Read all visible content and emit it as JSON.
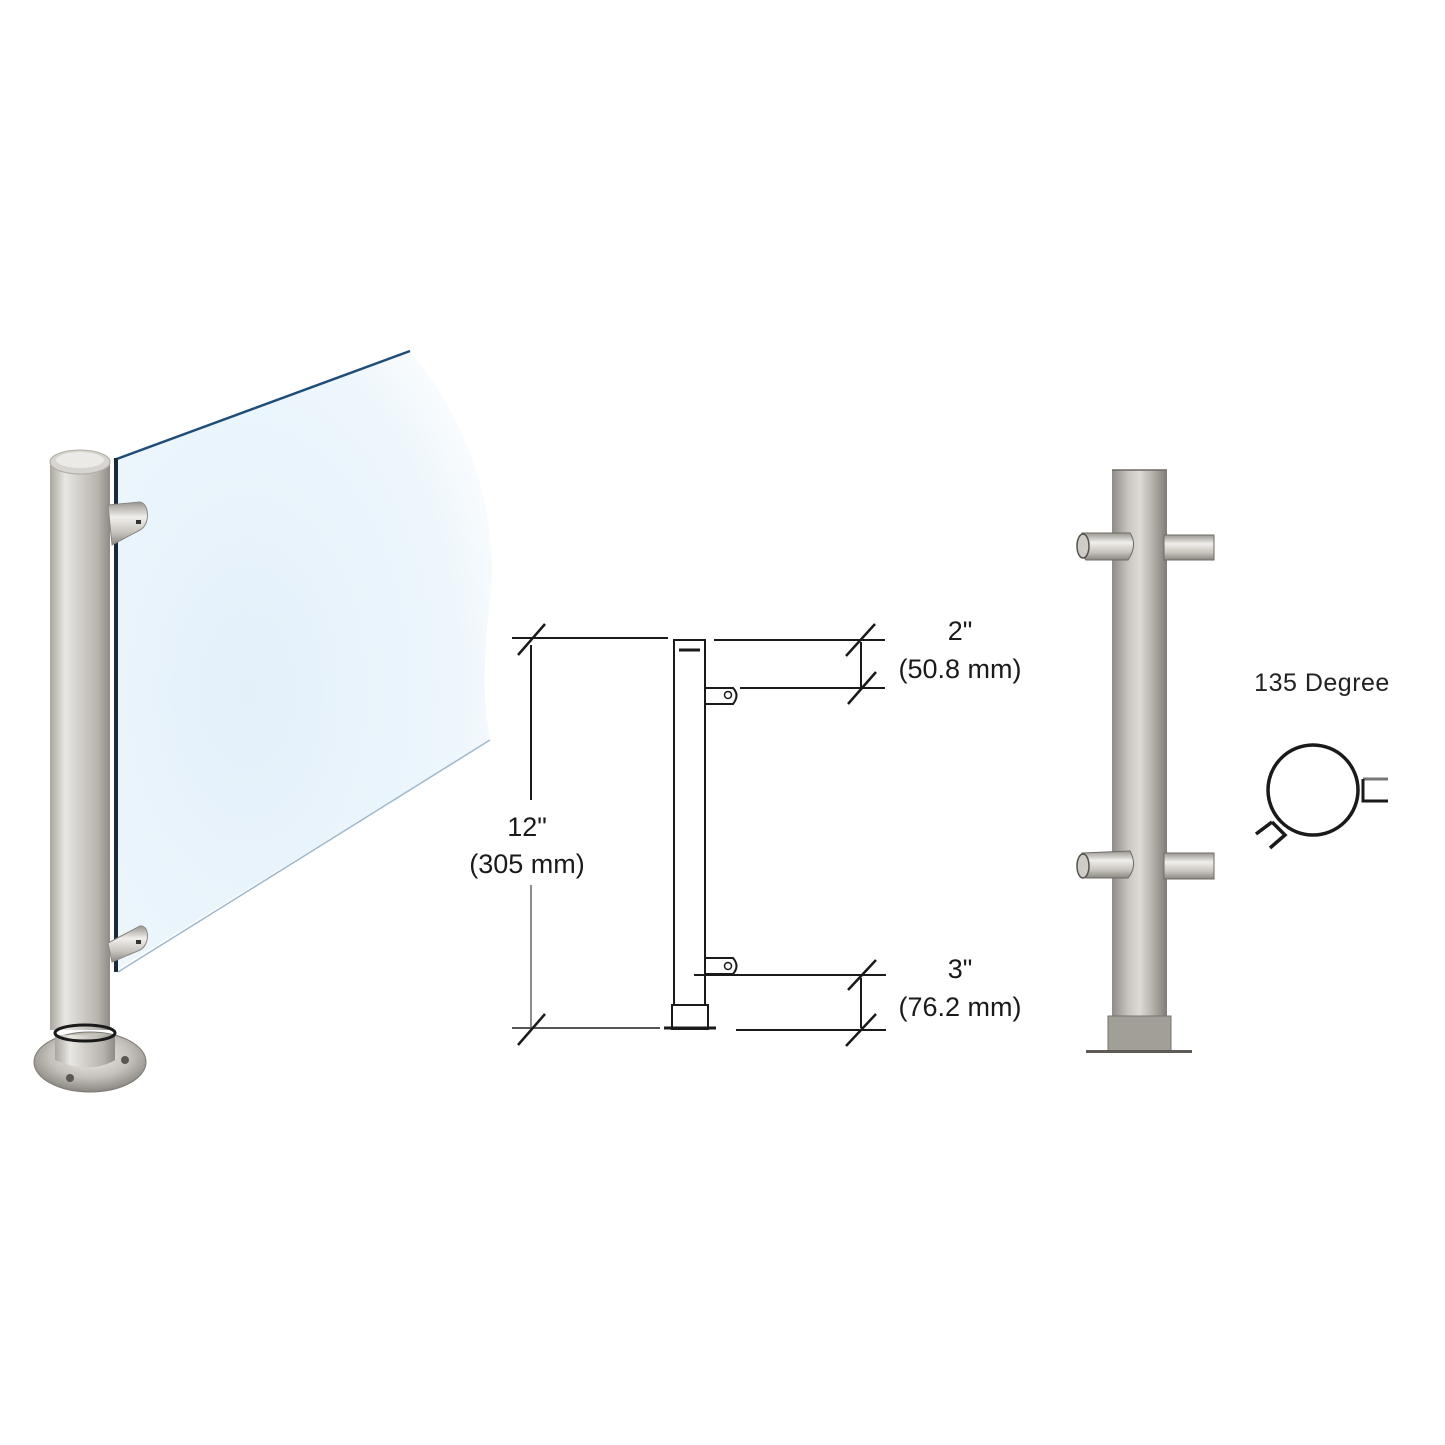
{
  "colors": {
    "background": "#ffffff",
    "glass_fill": "#e6f2fb",
    "glass_edge": "#1e4d7a",
    "steel_light": "#e4e1dc",
    "steel_mid": "#bdb9b3",
    "steel_dark": "#8f8b86",
    "line": "#1a1a1a"
  },
  "views": {
    "photo": {
      "name": "Glass panel with round post (perspective view)"
    },
    "dimension_drawing": {
      "total_height": {
        "imperial": "12\"",
        "metric": "(305 mm)"
      },
      "top_offset": {
        "imperial": "2\"",
        "metric": "(50.8 mm)"
      },
      "bottom_offset": {
        "imperial": "3\"",
        "metric": "(76.2 mm)"
      }
    },
    "front_view": {
      "name": "Post front view with two clamp pairs"
    },
    "plan_view": {
      "label": "135 Degree"
    }
  }
}
